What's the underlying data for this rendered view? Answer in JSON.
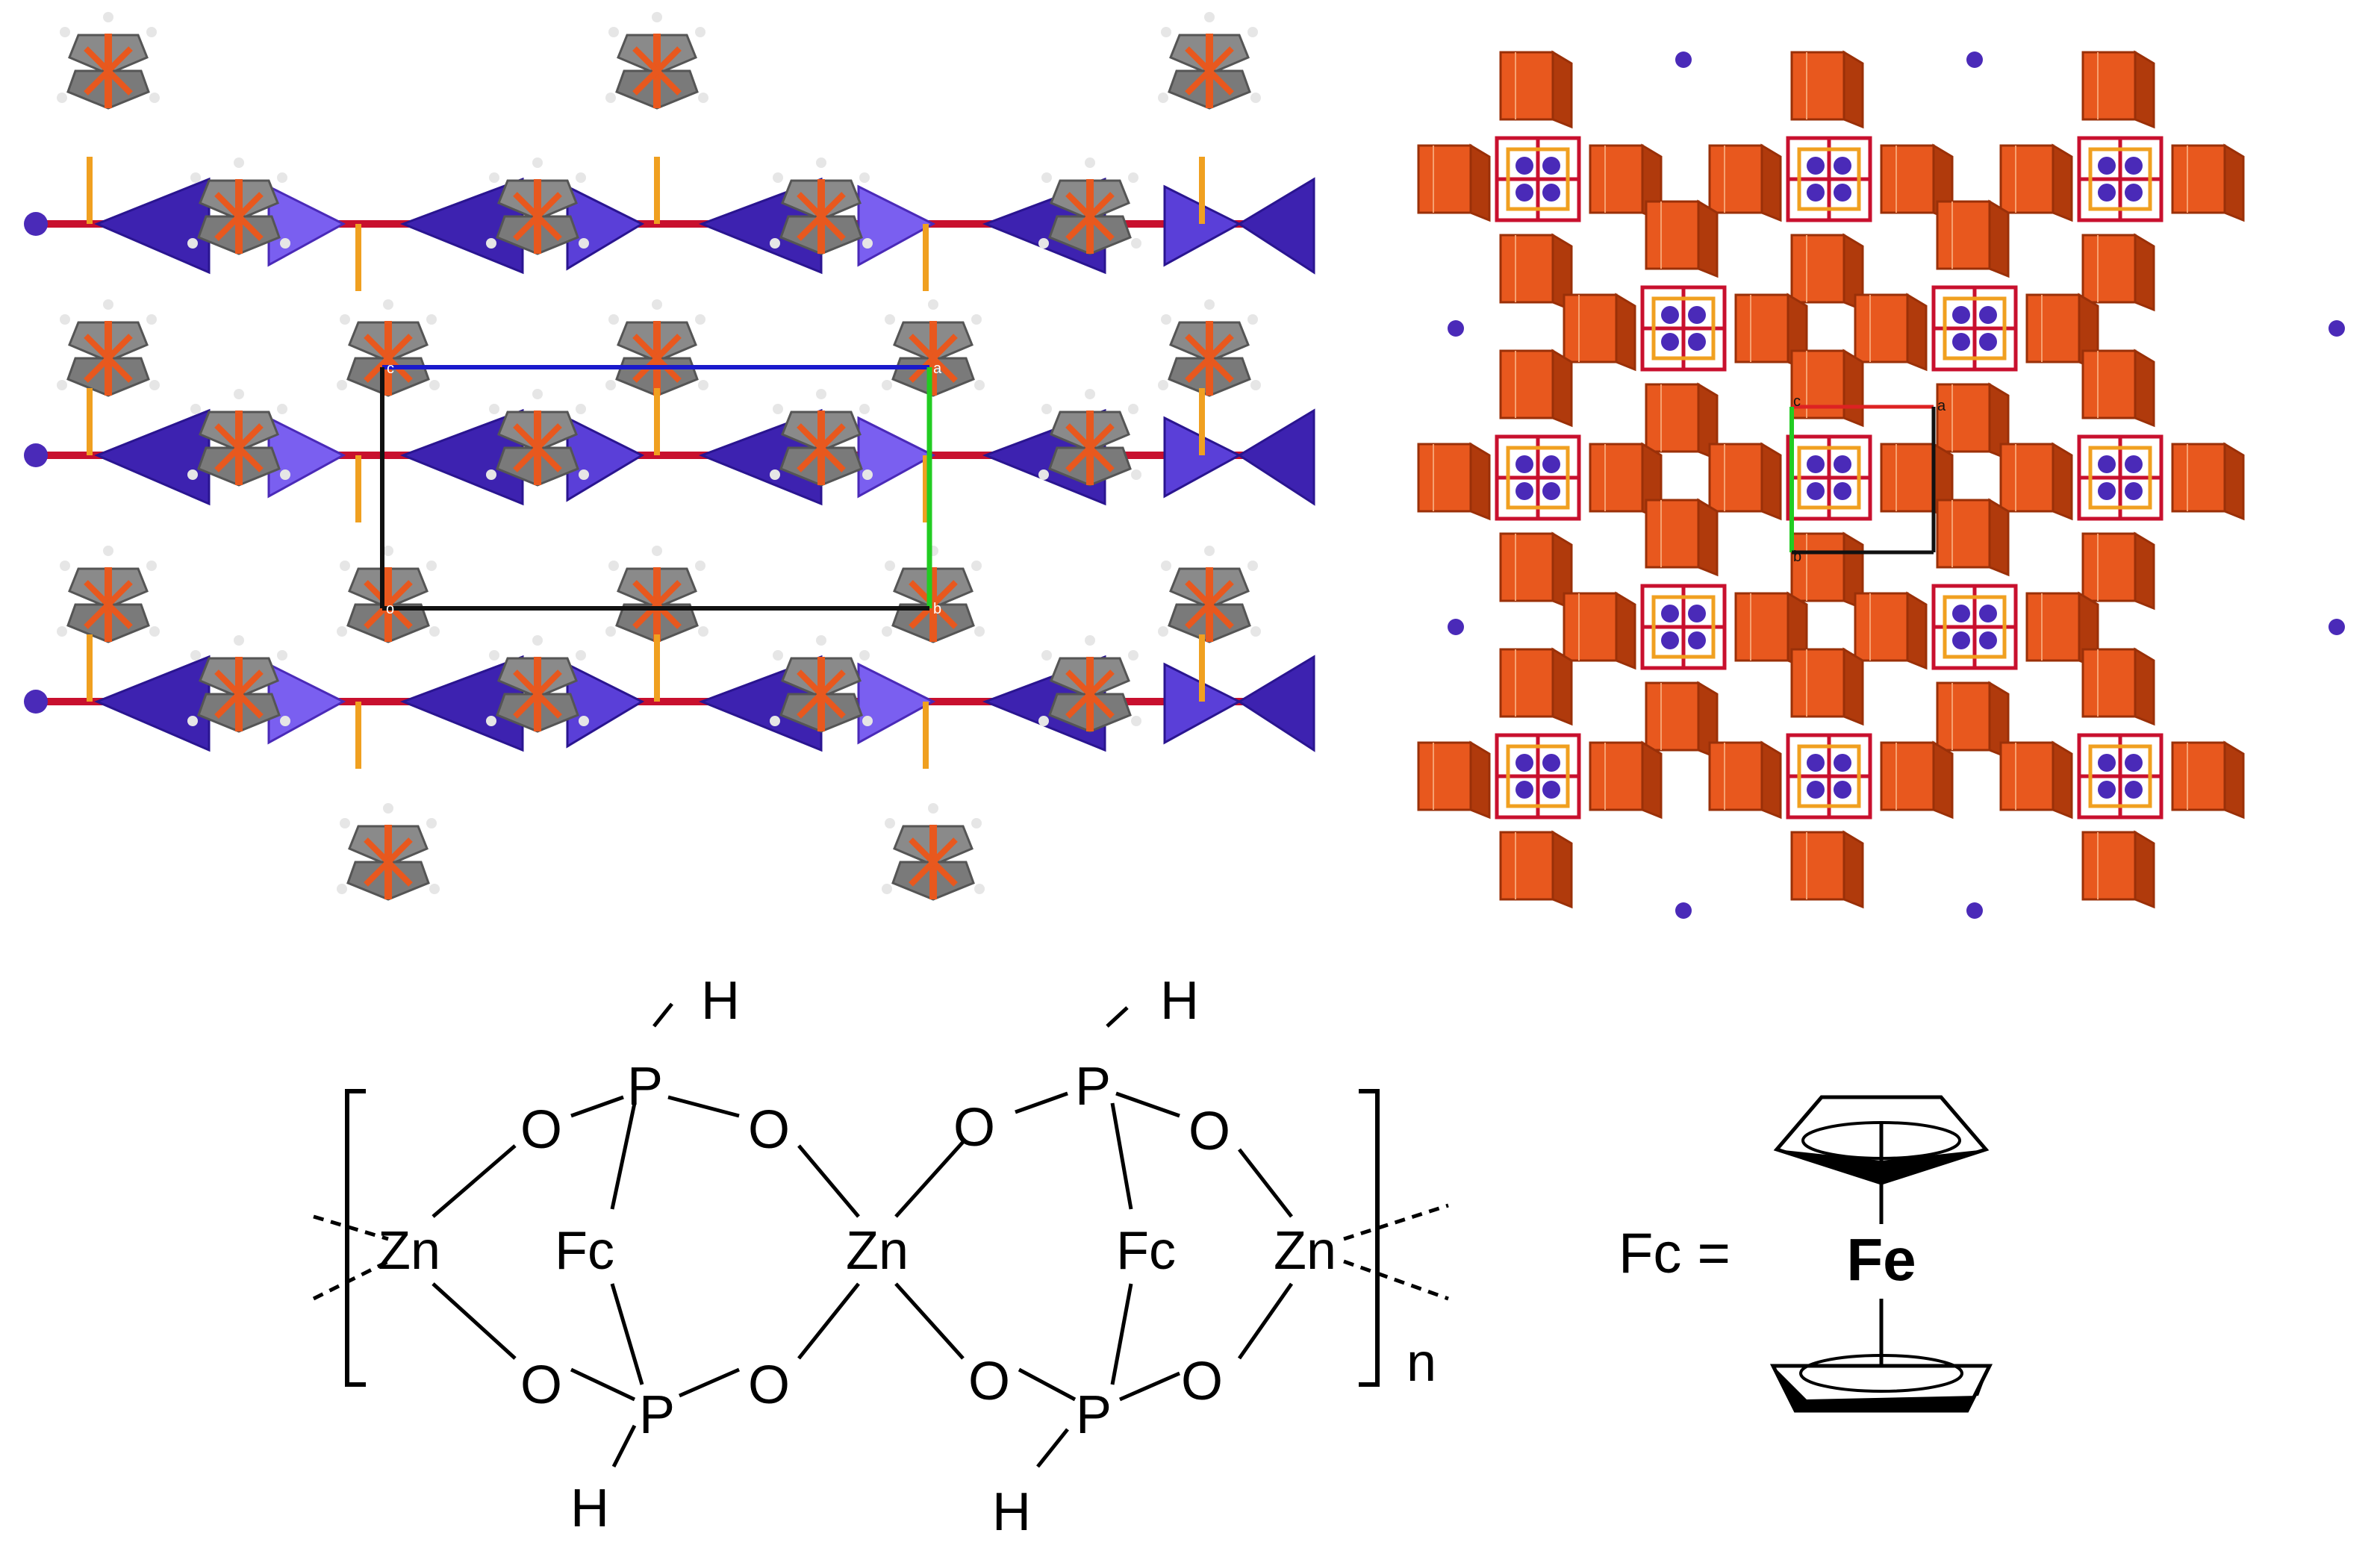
{
  "unit_cell_labels": {
    "left": {
      "c": "c",
      "a": "a",
      "b": "b",
      "o": "o"
    },
    "right": {
      "c": "c",
      "a": "a",
      "b": "b"
    }
  },
  "formula": {
    "zn_left": "Zn",
    "zn_center": "Zn",
    "zn_right": "Zn",
    "o1": "O",
    "o2": "O",
    "o3": "O",
    "o4": "O",
    "o5": "O",
    "o6": "O",
    "o7": "O",
    "o8": "O",
    "p1": "P",
    "p2": "P",
    "p3": "P",
    "p4": "P",
    "h1": "H",
    "h2": "H",
    "h3": "H",
    "h4": "H",
    "fc1": "Fc",
    "fc2": "Fc",
    "subscript": "n"
  },
  "legend": {
    "definition": "Fc =",
    "metal": "Fe"
  },
  "colors": {
    "polyhedron_dark": "#3d22b0",
    "polyhedron_light": "#7a5ff0",
    "zn_atom": "#4a2ab8",
    "fe_polyhedron": "#e8581e",
    "fe_polyhedron_dark": "#b03a0c",
    "phosphorus": "#f0a020",
    "oxygen": "#dd1010",
    "carbon": "#7a7a7a",
    "hydrogen": "#dddddd",
    "axis_a": "#1a1acc",
    "axis_b": "#22cc22",
    "axis_a_right": "#dd2222"
  }
}
